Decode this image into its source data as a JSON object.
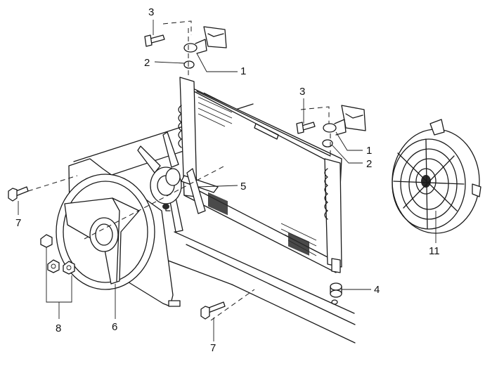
{
  "callouts": [
    {
      "id": "c1",
      "label": "1"
    },
    {
      "id": "c2",
      "label": "2"
    },
    {
      "id": "c3",
      "label": "3"
    },
    {
      "id": "c3b",
      "label": "3"
    },
    {
      "id": "c1b",
      "label": "1"
    },
    {
      "id": "c2b",
      "label": "2"
    },
    {
      "id": "c5",
      "label": "5"
    },
    {
      "id": "c7",
      "label": "7"
    },
    {
      "id": "c11",
      "label": "11"
    },
    {
      "id": "c4",
      "label": "4"
    },
    {
      "id": "c8",
      "label": "8"
    },
    {
      "id": "c6",
      "label": "6"
    },
    {
      "id": "c7b",
      "label": "7"
    }
  ]
}
